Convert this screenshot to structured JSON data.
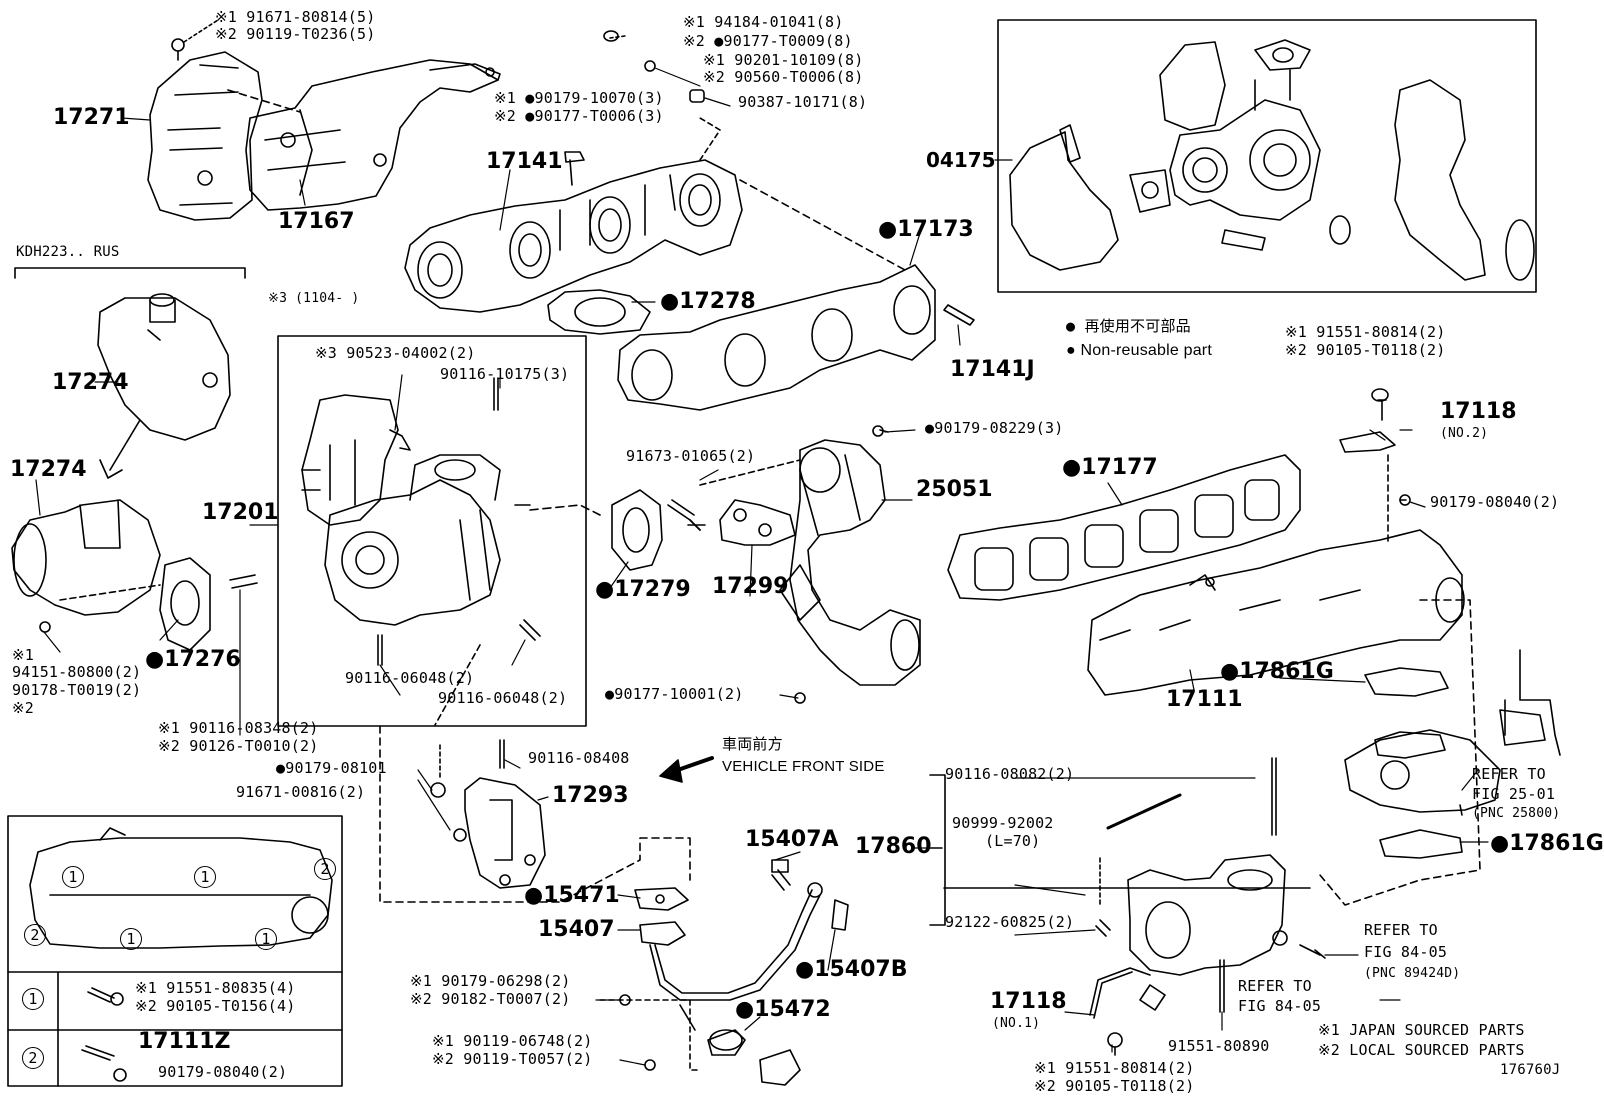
{
  "figure_code": "176760J",
  "labels": {
    "p17271": "17271",
    "p17167": "17167",
    "p17141": "17141",
    "p17173": "●17173",
    "p17278": "●17278",
    "p17141J": "17141J",
    "p04175": "04175",
    "p17274a": "17274",
    "p17274b": "17274",
    "p17276": "●17276",
    "p17201": "17201",
    "p17279": "●17279",
    "p17299": "17299",
    "p25051": "25051",
    "p17177": "●17177",
    "p17118a": "17118",
    "p17118a_sub": "(NO.2)",
    "p17111": "17111",
    "p17861Ga": "●17861G",
    "p17861Gb": "●17861G",
    "p17293": "17293",
    "p15471": "●15471",
    "p15407": "15407",
    "p15407A": "15407A",
    "p15407B": "●15407B",
    "p15472": "●15472",
    "p17860": "17860",
    "p17118b": "17118",
    "p17118b_sub": "(NO.1)",
    "p17111Z": "17111Z"
  },
  "parts": {
    "bolt_17271_1": "※1 91671-80814(5)",
    "bolt_17271_2": "※2 90119-T0236(5)",
    "nut_top_1": "※1 94184-01041(8)",
    "nut_top_2": "※2 ●90177-T0009(8)",
    "washer_1": "※1 90201-10109(8)",
    "washer_2": "※2 90560-T0006(8)",
    "nut_mid_1": "※1 ●90179-10070(3)",
    "nut_mid_2": "※2 ●90177-T0006(3)",
    "nut_90387": "90387-10171(8)",
    "kdh": "KDH223.. RUS",
    "date_note": "※3 (1104-        )",
    "p90523": "※3 90523-04002(2)",
    "p90116_10175": "90116-10175(3)",
    "p90116_06048a": "90116-06048(2)",
    "p90116_06048b": "90116-06048(2)",
    "p94151_pre": "※1",
    "p94151": "94151-80800(2)",
    "p90178": "90178-T0019(2)",
    "p94151_post": "※2",
    "p90116_08348": "※1 90116-08348(2)",
    "p90126": "※2 90126-T0010(2)",
    "p90179_08229": "●90179-08229(3)",
    "p91673": "91673-01065(2)",
    "p90177_10001": "●90177-10001(2)",
    "p90179_08101": "●90179-08101",
    "p91671_00816": "91671-00816(2)",
    "p90116_08408": "90116-08408",
    "front_jp": "車両前方",
    "front_en": "VEHICLE FRONT SIDE",
    "legend_jp": "● 再使用不可部品",
    "legend_en": "● Non-reusable part",
    "p91551_top": "※1 91551-80814(2)",
    "p90105_top": "※2 90105-T0118(2)",
    "p90179_08040": "90179-08040(2)",
    "p90116_08082": "90116-08082(2)",
    "p90999": "90999-92002",
    "p90999_l": "(L=70)",
    "p92122": "92122-60825(2)",
    "p90179_06298": "※1 90179-06298(2)",
    "p90182": "※2 90182-T0007(2)",
    "p90119_06748": "※1 90119-06748(2)",
    "p90119_T0057": "※2 90119-T0057(2)",
    "p91551_bottom": "※1 91551-80814(2)",
    "p90105_bottom": "※2 90105-T0118(2)",
    "p91551_80890": "91551-80890",
    "refer_25_1": "REFER TO",
    "refer_25_2": "FIG 25-01",
    "refer_25_3": "(PNC 25800)",
    "refer_84a_1": "REFER TO",
    "refer_84a_2": "FIG 84-05",
    "refer_84a_3": "(PNC 89424D)",
    "refer_84b_1": "REFER TO",
    "refer_84b_2": "FIG 84-05",
    "note_japan": "※1 JAPAN SOURCED PARTS",
    "note_local": "※2 LOCAL SOURCED PARTS",
    "inset_row1_a": "※1 91551-80835(4)",
    "inset_row1_b": "※2 90105-T0156(4)",
    "inset_row2_b": "90179-08040(2)",
    "circle1": "1",
    "circle2": "2"
  }
}
